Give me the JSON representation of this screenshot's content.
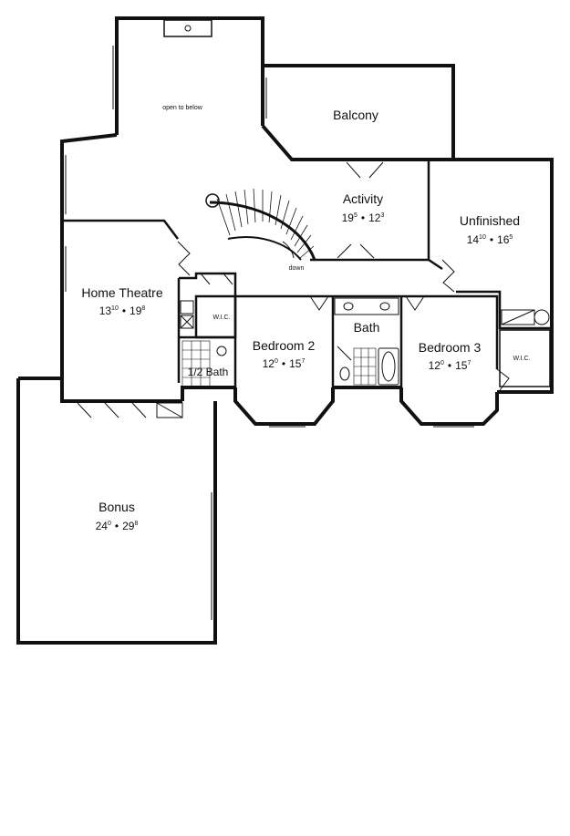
{
  "colors": {
    "wall": "#111111",
    "background": "#ffffff",
    "thin": "#333333"
  },
  "open_to_below": "open to below",
  "stair_label": "down",
  "rooms": {
    "balcony": {
      "name": "Balcony"
    },
    "activity": {
      "name": "Activity",
      "dim_a": "19",
      "dim_a_sup": "5",
      "dim_b": "12",
      "dim_b_sup": "3"
    },
    "unfinished": {
      "name": "Unfinished",
      "dim_a": "14",
      "dim_a_sup": "10",
      "dim_b": "16",
      "dim_b_sup": "5"
    },
    "home_theatre": {
      "name": "Home Theatre",
      "dim_a": "13",
      "dim_a_sup": "10",
      "dim_b": "19",
      "dim_b_sup": "8"
    },
    "bedroom_2": {
      "name": "Bedroom 2",
      "dim_a": "12",
      "dim_a_sup": "0",
      "dim_b": "15",
      "dim_b_sup": "7"
    },
    "bedroom_3": {
      "name": "Bedroom 3",
      "dim_a": "12",
      "dim_a_sup": "0",
      "dim_b": "15",
      "dim_b_sup": "7"
    },
    "bath": {
      "name": "Bath"
    },
    "half_bath": {
      "name": "1/2 Bath"
    },
    "bonus": {
      "name": "Bonus",
      "dim_a": "24",
      "dim_a_sup": "0",
      "dim_b": "29",
      "dim_b_sup": "8"
    },
    "wic_1": {
      "name": "W.I.C."
    },
    "wic_2": {
      "name": "W.I.C."
    }
  },
  "dim_separator": "•"
}
